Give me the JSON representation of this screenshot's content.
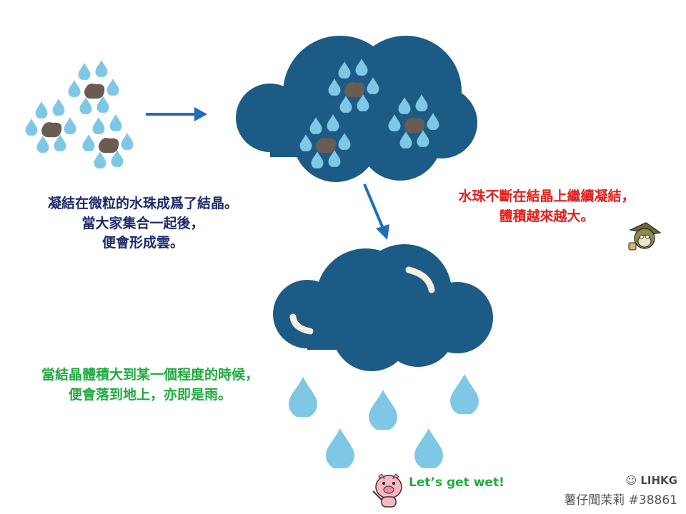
{
  "text": {
    "condense_lines": [
      "凝結在微粒的水珠成爲了結晶。",
      "當大家集合一起後，",
      "便會形成雲。"
    ],
    "grow_lines": [
      "水珠不斷在結晶上繼續凝結，",
      "體積越來越大。"
    ],
    "fall_lines": [
      "當結晶體積大到某一個程度的時候，",
      "便會落到地上，亦即是雨。"
    ],
    "wet": "Let’s get wet!"
  },
  "watermark": {
    "logo": "LIHKG",
    "caption": "薯仔聞茉莉 #38861"
  },
  "colors": {
    "cloud": "#1b5b85",
    "drop": "#7ec8e6",
    "particle": "#6b5c52",
    "arrow": "#1e6fb5",
    "highlight": "#f4efe0"
  }
}
